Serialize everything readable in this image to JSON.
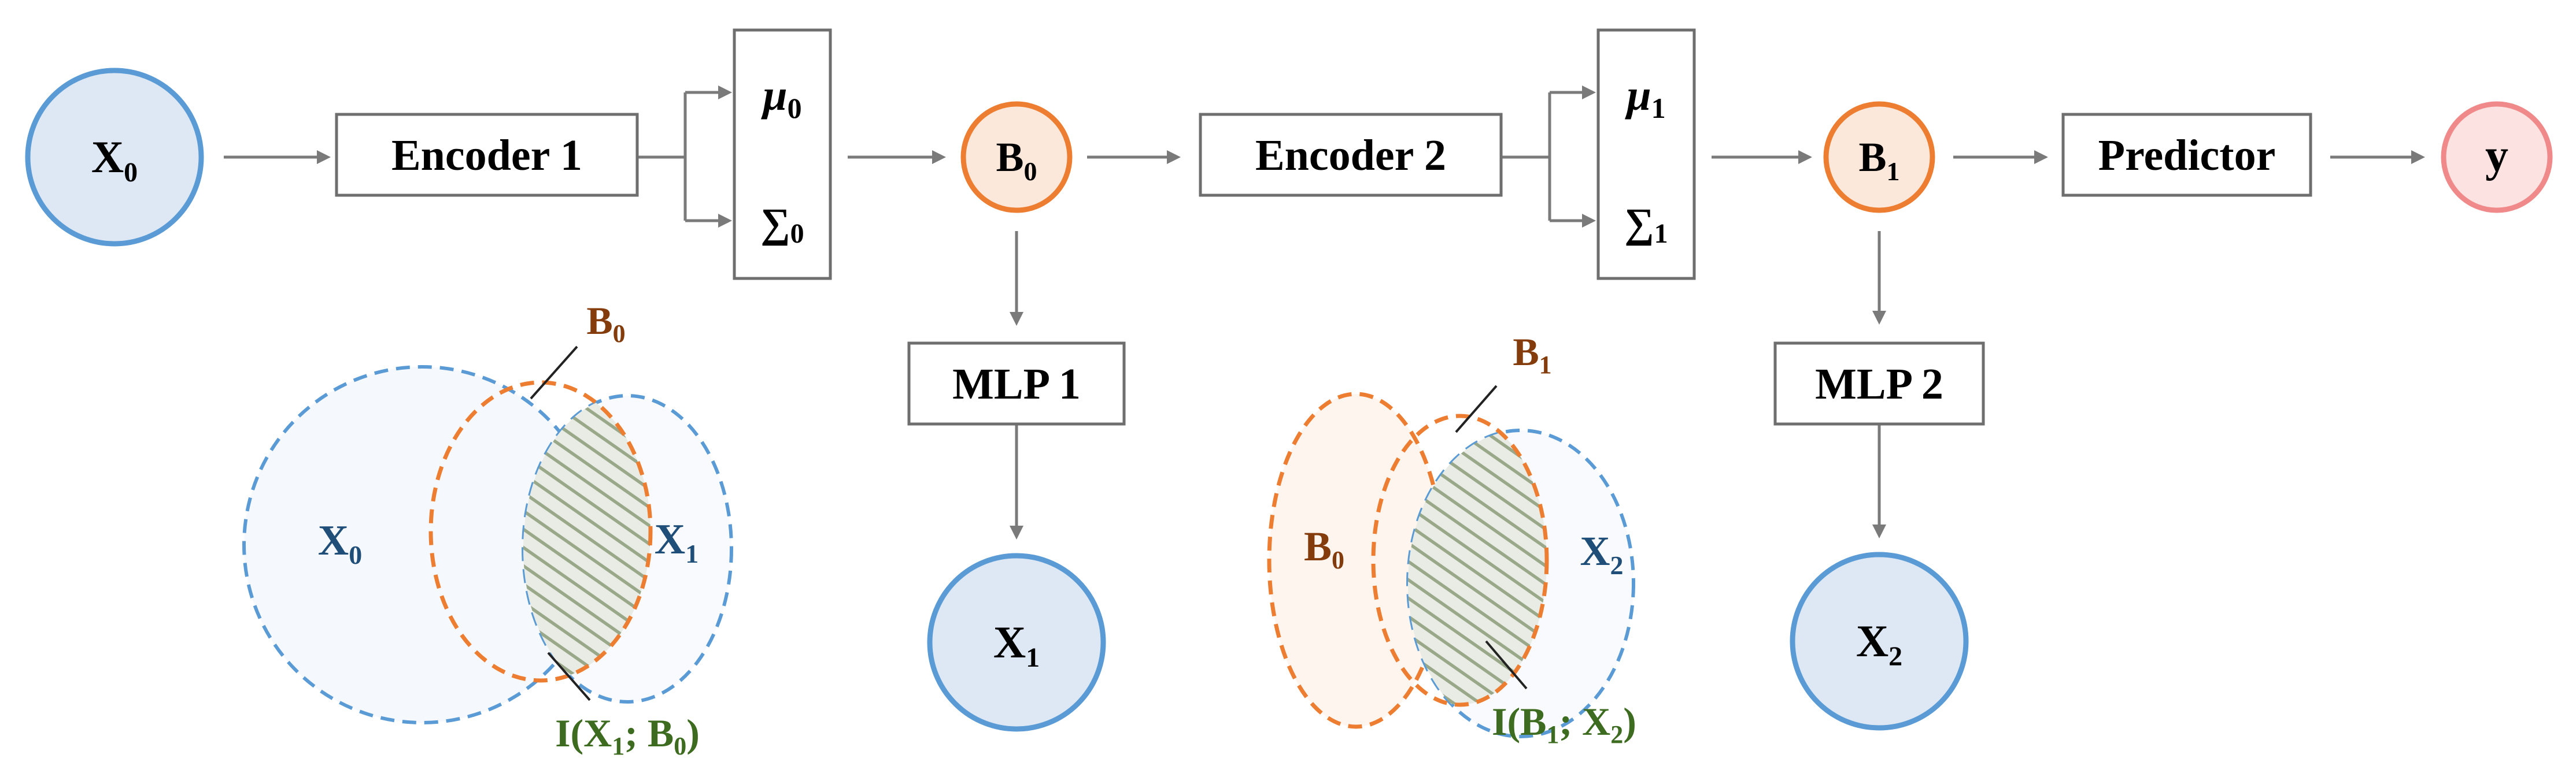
{
  "nodes": {
    "x0": {
      "base": "X",
      "sub": "0"
    },
    "b0": {
      "base": "B",
      "sub": "0"
    },
    "b1": {
      "base": "B",
      "sub": "1"
    },
    "y": {
      "base": "y"
    },
    "x1": {
      "base": "X",
      "sub": "1"
    },
    "x2": {
      "base": "X",
      "sub": "2"
    }
  },
  "boxes": {
    "encoder1": "Encoder 1",
    "encoder2": "Encoder 2",
    "predictor": "Predictor",
    "mlp1": "MLP 1",
    "mlp2": "MLP 2"
  },
  "params": {
    "mu0": {
      "base": "μ",
      "sub": "0"
    },
    "sigma0": {
      "base": "∑",
      "sub": "0"
    },
    "mu1": {
      "base": "μ",
      "sub": "1"
    },
    "sigma1": {
      "base": "∑",
      "sub": "1"
    }
  },
  "venn1": {
    "x0": {
      "base": "X",
      "sub": "0"
    },
    "x1": {
      "base": "X",
      "sub": "1"
    },
    "b0": {
      "base": "B",
      "sub": "0"
    },
    "mi": {
      "p1": "I(X",
      "s1": "1",
      "p2": "; B",
      "s2": "0",
      "p3": ")"
    }
  },
  "venn2": {
    "b0": {
      "base": "B",
      "sub": "0"
    },
    "b1": {
      "base": "B",
      "sub": "1"
    },
    "x2": {
      "base": "X",
      "sub": "2"
    },
    "mi": {
      "p1": "I(B",
      "s1": "1",
      "p2": "; X",
      "s2": "2",
      "p3": ")"
    }
  },
  "colors": {
    "x_fill": "#dde8f4",
    "x_stroke": "#5b9bd5",
    "b_fill": "#fce8da",
    "b_stroke": "#ed7d31",
    "y_fill": "#fde2e2",
    "y_stroke": "#f08a8a",
    "x_label": "#1f4e79",
    "b_label": "#843c0c",
    "mi_label": "#3d6b1f",
    "hatch": "#9aa88a"
  }
}
